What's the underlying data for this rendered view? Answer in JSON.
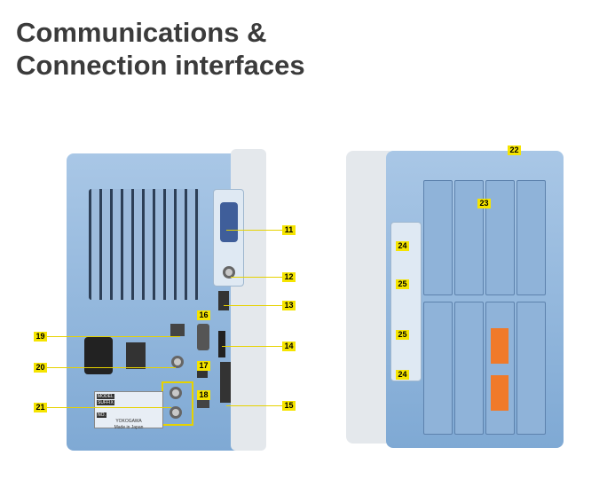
{
  "title": {
    "line1": "Communications &",
    "line2": "Connection interfaces"
  },
  "rating_label": {
    "model": "MODEL",
    "suffix": "SUFFIX",
    "no": "NO.",
    "brand": "YOKOGAWA",
    "origin": "Made in Japan"
  },
  "callouts": {
    "c11": "11",
    "c12": "12",
    "c13": "13",
    "c14": "14",
    "c15": "15",
    "c16": "16",
    "c17": "17",
    "c18": "18",
    "c19": "19",
    "c20": "20",
    "c21": "21",
    "c22": "22",
    "c23": "23",
    "c24a": "24",
    "c25a": "25",
    "c25b": "25",
    "c24b": "24"
  },
  "colors": {
    "callout": "#f5e400",
    "device_blue": "#8fb3d9",
    "title": "#3b3b3b"
  }
}
